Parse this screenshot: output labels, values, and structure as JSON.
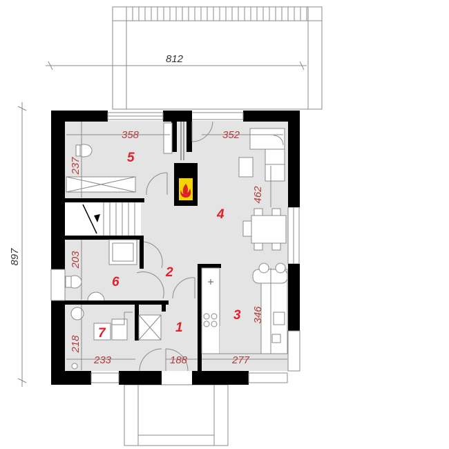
{
  "dimensions": {
    "overall_width": "812",
    "overall_height": "897",
    "room5_width": "358",
    "room5_height": "237",
    "room4_width": "352",
    "room4_height": "462",
    "room6_height": "203",
    "room3_height": "346",
    "room7_height": "218",
    "room7_width": "233",
    "room1_width": "188",
    "room3_width": "277"
  },
  "rooms": [
    "1",
    "2",
    "3",
    "4",
    "5",
    "6",
    "7"
  ],
  "colors": {
    "wall": "#000000",
    "floor": "#e4e4e4",
    "dimension_text": "#b23c3c",
    "room_number": "#e0202a",
    "fireplace": "#f5d400"
  },
  "icons": {
    "fireplace": "flame-icon"
  }
}
